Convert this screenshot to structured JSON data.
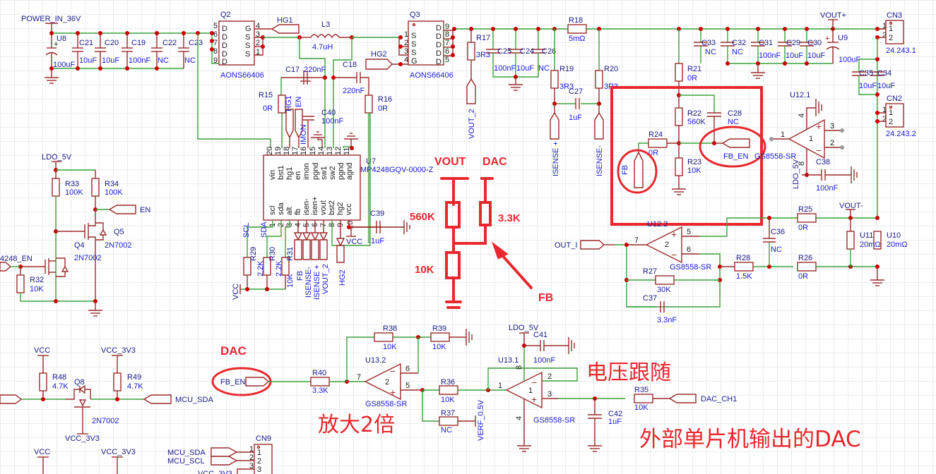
{
  "power": {
    "net": "POWER_IN_36V",
    "u8": {
      "ref": "U8",
      "value": "100uF"
    },
    "caps": [
      {
        "ref": "C21",
        "value": "10uF"
      },
      {
        "ref": "C20",
        "value": "10uF"
      },
      {
        "ref": "C19",
        "value": "100nF"
      },
      {
        "ref": "C22",
        "value": "NC"
      },
      {
        "ref": "C23",
        "value": "NC"
      }
    ]
  },
  "q2": {
    "ref": "Q2",
    "part": "AONS66406",
    "left_pins": [
      "5",
      "6",
      "7",
      "8",
      "9"
    ],
    "left_names": [
      "D",
      "D",
      "D",
      "D",
      "D"
    ],
    "right_pins": [
      "4",
      "3",
      "2",
      "1"
    ],
    "right_names": [
      "G",
      "S",
      "S",
      "S"
    ]
  },
  "q3": {
    "ref": "Q3",
    "part": "AONS66406",
    "left_pins": [
      "1",
      "2",
      "3",
      "4"
    ],
    "left_names": [
      "S",
      "S",
      "S",
      "G"
    ],
    "right_pins": [
      "9",
      "8",
      "7",
      "6",
      "5"
    ],
    "right_names": [
      "D",
      "D",
      "D",
      "D",
      "D"
    ]
  },
  "hg1": "HG1",
  "hg2": "HG2",
  "l3": {
    "ref": "L3",
    "value": "4.7uH"
  },
  "c17": {
    "ref": "C17",
    "value": "220nF"
  },
  "c18": {
    "ref": "C18",
    "value": "220nF"
  },
  "r15": {
    "ref": "R15",
    "value": "0R"
  },
  "r16": {
    "ref": "R16",
    "value": "0R"
  },
  "c40": {
    "ref": "C40",
    "value": "100nF"
  },
  "u7": {
    "ref": "U7",
    "part": "MP4248GQV-0000-Z",
    "top_pins": [
      "20",
      "19",
      "18",
      "17",
      "16",
      "15",
      "14",
      "13",
      "12",
      "11"
    ],
    "top_names": [
      "vin",
      "bst1",
      "hg1",
      "en",
      "imon",
      "pgnd",
      "pgnd",
      "sw1",
      "sw2",
      "pgnd",
      "agnd"
    ],
    "bottom_pins": [
      "1",
      "2",
      "3",
      "4",
      "5",
      "6",
      "7",
      "8",
      "9",
      "10"
    ],
    "bottom_names": [
      "scl",
      "sda",
      "alt",
      "fb",
      "isen-",
      "isen+",
      "vout",
      "bst2",
      "hg2",
      "vcc"
    ]
  },
  "u7_top_nets": [
    "HG1",
    "EN",
    "IMON"
  ],
  "u7_bottom_nets": [
    "FB",
    "ISENSE-",
    "ISENSE +",
    "VOUT_2",
    "HG2"
  ],
  "i2c": {
    "scl": "SCL",
    "sda": "SDA",
    "vcc": "VCC",
    "resistors": [
      {
        "ref": "R29",
        "value": "2.2K"
      },
      {
        "ref": "R30",
        "value": "2.2K"
      },
      {
        "ref": "R31",
        "value": "10K"
      }
    ]
  },
  "c39": {
    "ref": "C39",
    "value": "1uF",
    "net": "VCC"
  },
  "out_rail": {
    "r17": {
      "ref": "R17",
      "value": "3R3"
    },
    "vout2": "VOUT_2",
    "caps": [
      {
        "ref": "C25",
        "value": "100nF"
      },
      {
        "ref": "C24",
        "value": "10uF"
      },
      {
        "ref": "C26",
        "value": "NC"
      }
    ],
    "r18": {
      "ref": "R18",
      "value": "5mΩ"
    },
    "r19": {
      "ref": "R19",
      "value": "3R3"
    },
    "r20": {
      "ref": "R20",
      "value": "3R3"
    },
    "c27": {
      "ref": "C27",
      "value": "1uF"
    },
    "isense_p": "ISENSE +",
    "isense_n": "ISENSE-",
    "r21": {
      "ref": "R21",
      "value": "0R"
    },
    "caps2": [
      {
        "ref": "C33",
        "value": "NC"
      },
      {
        "ref": "C32",
        "value": "NC"
      },
      {
        "ref": "C31",
        "value": "100nF"
      },
      {
        "ref": "C29",
        "value": "10uF"
      },
      {
        "ref": "C30",
        "value": "10uF"
      }
    ],
    "u9": {
      "ref": "U9",
      "value": "100uF"
    },
    "vout_plus": "VOUT+",
    "cn3": {
      "ref": "CN3",
      "part": "24.243.1",
      "pins": [
        "1",
        "2"
      ]
    },
    "c35": {
      "ref": "C35",
      "value": "10uF"
    },
    "c34": {
      "ref": "C34",
      "value": "10uF"
    },
    "cn2": {
      "ref": "CN2",
      "part": "24.243.2",
      "pins": [
        "1",
        "2"
      ]
    }
  },
  "fb_network": {
    "r22": {
      "ref": "R22",
      "value": "560K"
    },
    "c28": {
      "ref": "C28",
      "value": "NC"
    },
    "r24": {
      "ref": "R24",
      "value": "0R"
    },
    "r23": {
      "ref": "R23",
      "value": "10K"
    },
    "fb_net": "FB",
    "fb_en_net": "FB_EN"
  },
  "u12_1": {
    "ref": "U12.1",
    "part": "GS8558-SR",
    "unit": "1",
    "pins": [
      "1",
      "2",
      "3",
      "4",
      "8"
    ],
    "supply": "LDO_5V",
    "c38": {
      "ref": "C38",
      "value": "100nF"
    }
  },
  "u12_2": {
    "ref": "U12.2",
    "part": "GS8558-SR",
    "unit": "2",
    "pins": [
      "5",
      "6",
      "7"
    ],
    "out_net": "OUT_I",
    "r27": {
      "ref": "R27",
      "value": "30K"
    },
    "c37": {
      "ref": "C37",
      "value": "3.3nF"
    },
    "r28": {
      "ref": "R28",
      "value": "1.5K"
    },
    "c36": {
      "ref": "C36",
      "value": "NC"
    },
    "r25": {
      "ref": "R25",
      "value": "0R"
    },
    "r26": {
      "ref": "R26",
      "value": "0R"
    },
    "vout_minus": "VOUT-",
    "u11": {
      "ref": "U11",
      "value": "20mΩ"
    },
    "u10": {
      "ref": "U10",
      "value": "20mΩ"
    }
  },
  "en_ctrl": {
    "ldo": "LDO_5V",
    "r33": {
      "ref": "R33",
      "value": "100K"
    },
    "r34": {
      "ref": "R34",
      "value": "100K"
    },
    "en_net": "EN",
    "q5": {
      "ref": "Q5",
      "part": "2N7002"
    },
    "q4": {
      "ref": "Q4",
      "part": "2N7002"
    },
    "in_net": "4248_EN",
    "r32": {
      "ref": "R32",
      "value": "10K"
    }
  },
  "level_shift": {
    "vcc": "VCC",
    "vcc3": "VCC_3V3",
    "r48": {
      "ref": "R48",
      "value": "4.7K"
    },
    "r49": {
      "ref": "R49",
      "value": "4.7K"
    },
    "q8": {
      "ref": "Q8",
      "part": "2N7002"
    },
    "sda_net": "MCU_SDA",
    "gate_net": "VCC_3V3",
    "vcc2": "VCC",
    "vcc3_2": "VCC_3V3"
  },
  "cn9": {
    "ref": "CN9",
    "pins": [
      "1",
      "2",
      "3"
    ],
    "nets": [
      "MCU_SDA",
      "MCU_SCL",
      "VCC_3V3"
    ]
  },
  "dac_chain": {
    "fb_en": "FB_EN",
    "r40": {
      "ref": "R40",
      "value": "3.3K"
    },
    "r38": {
      "ref": "R38",
      "value": "10K"
    },
    "r39": {
      "ref": "R39",
      "value": "10K"
    },
    "u13_2": {
      "ref": "U13.2",
      "part": "GS8558-SR",
      "unit": "2",
      "pins": [
        "7",
        "6",
        "5"
      ]
    },
    "r36": {
      "ref": "R36",
      "value": "10K"
    },
    "r37": {
      "ref": "R37",
      "value": "NC"
    },
    "verf": "VERF_0.5V",
    "u13_1": {
      "ref": "U13.1",
      "part": "GS8558-SR",
      "unit": "1",
      "pins": [
        "1",
        "2",
        "3",
        "4",
        "8"
      ]
    },
    "ldo": "LDO_5V",
    "c41": {
      "ref": "C41",
      "value": "100nF"
    },
    "c42": {
      "ref": "C42",
      "value": "1uF"
    },
    "r35": {
      "ref": "R35",
      "value": "10K"
    },
    "dac_net": "DAC_CH1"
  },
  "annotations": {
    "vout": "VOUT",
    "dac": "DAC",
    "r560k": "560K",
    "r3k3": "3.3K",
    "r10k": "10K",
    "fb": "FB",
    "dac_left": "DAC",
    "amplify": "放大2倍",
    "follower": "电压跟随",
    "mcu_dac": "外部单片机输出的DAC"
  }
}
